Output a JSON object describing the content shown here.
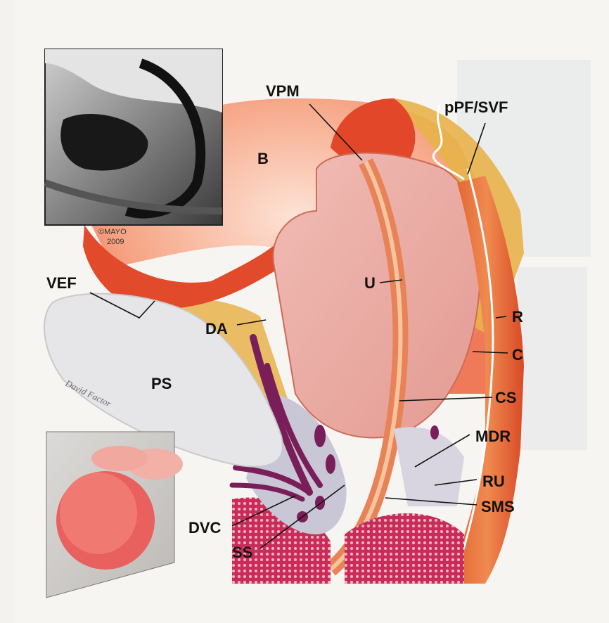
{
  "labels": {
    "vpm": "VPM",
    "ppf_svf": "pPF/SVF",
    "b": "B",
    "u": "U",
    "r": "R",
    "c": "C",
    "cs": "CS",
    "mdr": "MDR",
    "ru": "RU",
    "sms": "SMS",
    "ss": "SS",
    "dvc": "DVC",
    "ps": "PS",
    "da": "DA",
    "vef": "VEF"
  },
  "credits": {
    "copyright": "©MAYO",
    "year": "2009",
    "artist_signature": "David Factor"
  },
  "colors": {
    "page": "#f3f2ee",
    "bladder": "#f08a6a",
    "prostate": "#e9a8a0",
    "fat": "#e8b24a",
    "muscle": "#d8502e",
    "bone": "#e6e6e8",
    "venous": "#7a1e5a",
    "bulb": "#c8305a"
  }
}
